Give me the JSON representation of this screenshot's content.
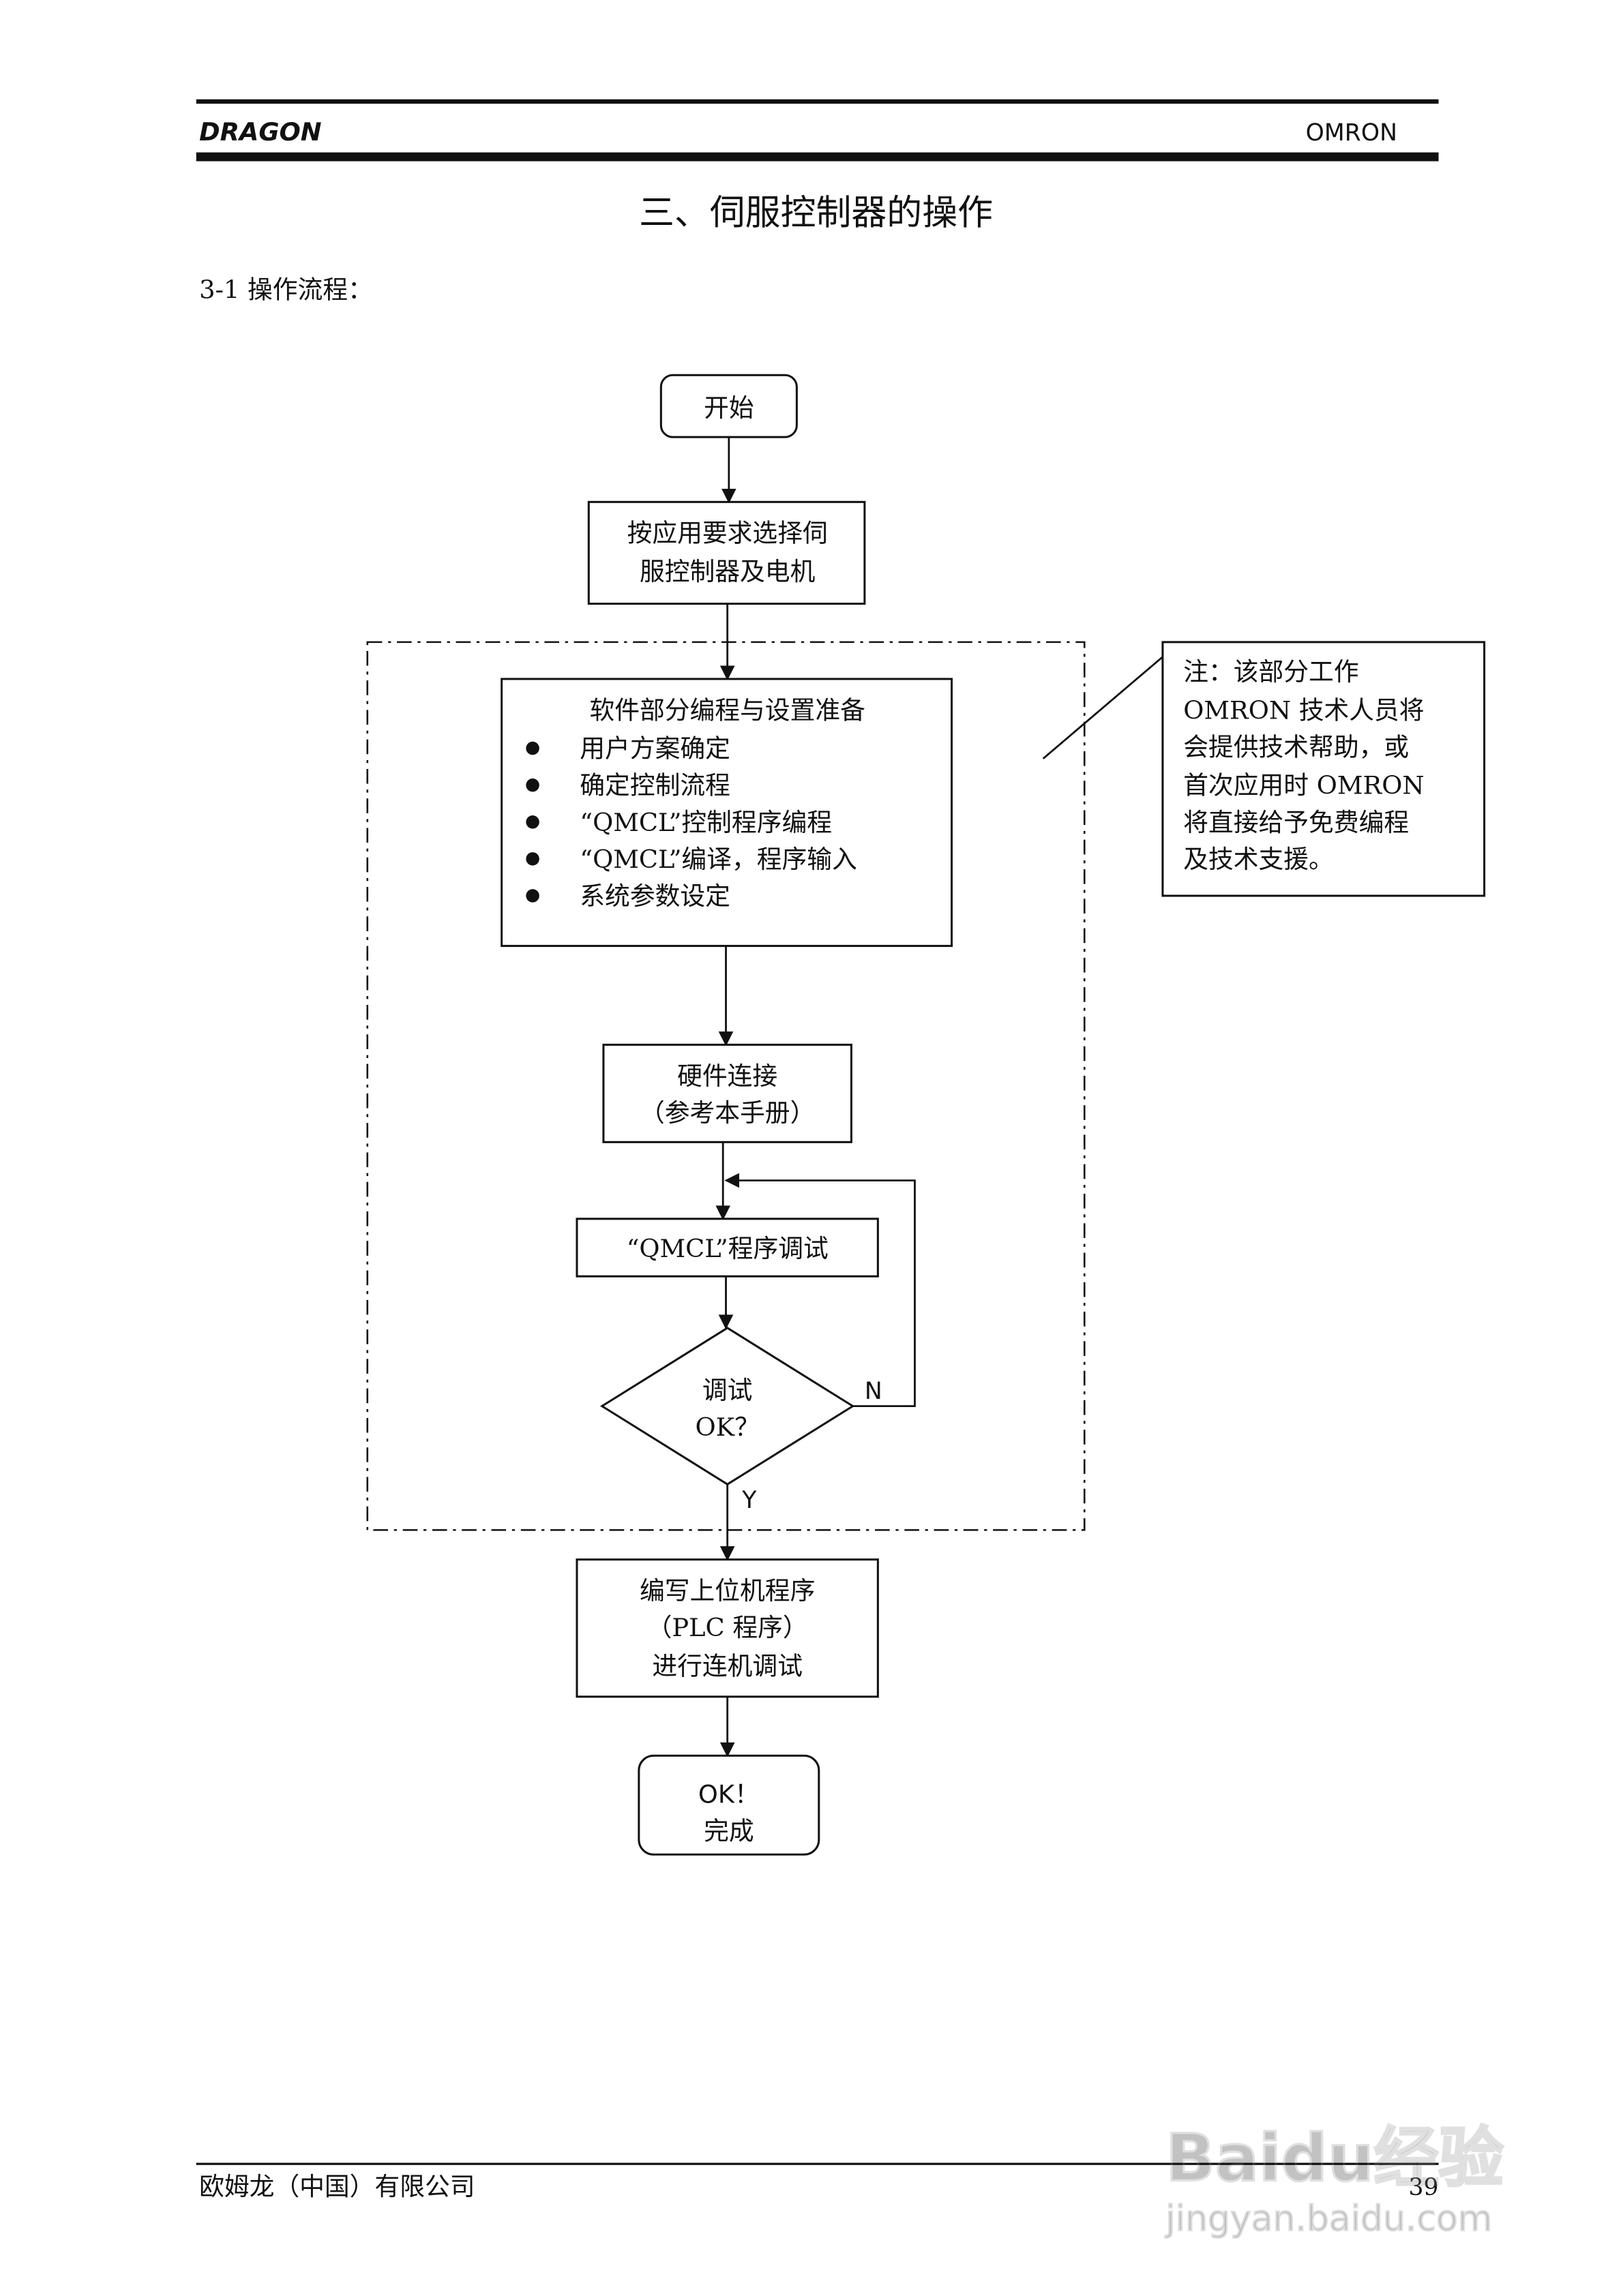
{
  "header": {
    "left": "DRAGON",
    "right": "OMRON"
  },
  "title": "三、伺服控制器的操作",
  "section": "3-1 操作流程：",
  "flow": {
    "start": "开始",
    "select": [
      "按应用要求选择伺",
      "服控制器及电机"
    ],
    "software": {
      "title": "软件部分编程与设置准备",
      "items": [
        "用户方案确定",
        "确定控制流程",
        "“QMCL”控制程序编程",
        "“QMCL”编译，程序输入",
        "系统参数设定"
      ]
    },
    "hardware": [
      "硬件连接",
      "（参考本手册）"
    ],
    "debug": "“QMCL”程序调试",
    "decision": [
      "调试",
      "OK？"
    ],
    "no_label": "N",
    "yes_label": "Y",
    "host": [
      "编写上位机程序",
      "（PLC 程序）",
      "进行连机调试"
    ],
    "end": [
      "OK！",
      "完成"
    ]
  },
  "note": [
    "注：该部分工作",
    "OMRON 技术人员将",
    "会提供技术帮助，或",
    "首次应用时 OMRON",
    "将直接给予免费编程",
    "及技术支援。"
  ],
  "footer": {
    "company": "欧姆龙（中国）有限公司",
    "page": "39"
  },
  "watermark": {
    "logo": "Baidu经验",
    "url": "jingyan.baidu.com"
  }
}
